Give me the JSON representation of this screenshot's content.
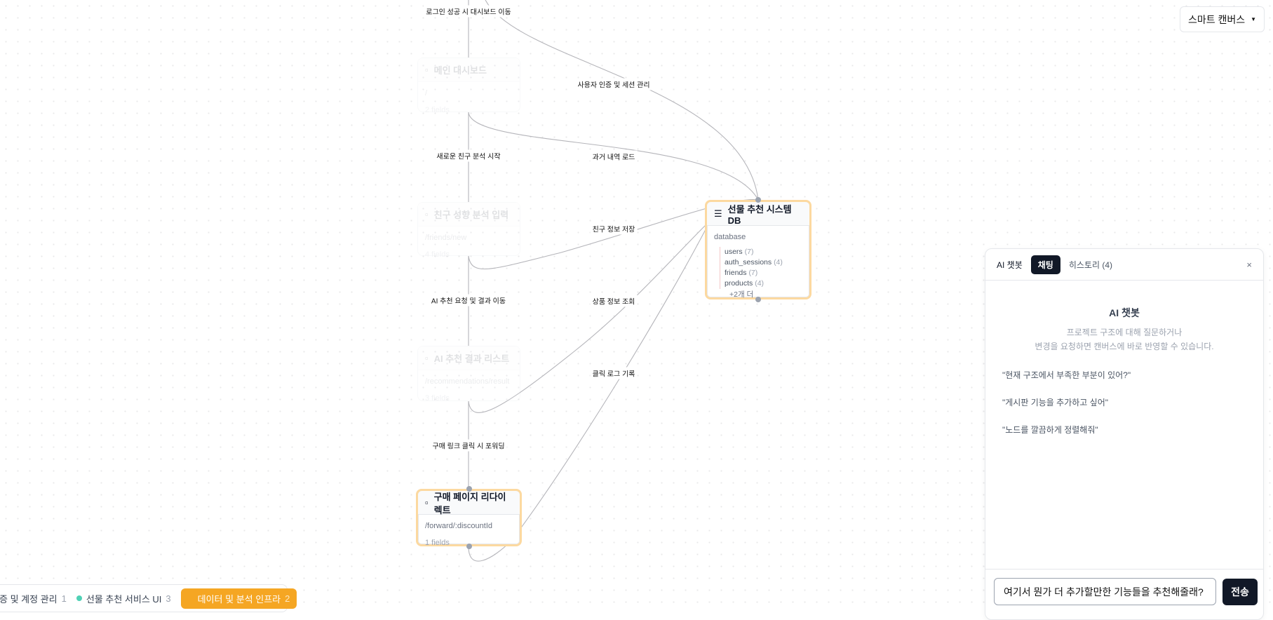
{
  "toolbar": {
    "mode_label": "스마트 캔버스",
    "mode_icon": "caret-down-icon"
  },
  "edges": {
    "login_to_dashboard": "로그인 성공 시 대시보드 이동",
    "auth_session": "사용자 인증 및 세션 관리",
    "new_analysis": "새로운 친구 분석 시작",
    "history_load": "과거 내역 로드",
    "save_friend": "친구 정보 저장",
    "ai_request": "AI 추천 요청 및 결과 이동",
    "product_lookup": "상품 정보 조회",
    "click_log": "클릭 로그 기록",
    "purchase_forward": "구매 링크 클릭 시 포워딩"
  },
  "nodes": [
    {
      "title": "메인 대시보드",
      "path": "/",
      "fields": "2 fields",
      "icon": "page-icon"
    },
    {
      "title": "친구 성향 분석 입력",
      "path": "/friends/new",
      "fields": "4 fields",
      "icon": "page-icon"
    },
    {
      "title": "AI 추천 결과 리스트",
      "path": "/recommendations/result",
      "fields": "3 fields",
      "icon": "page-icon"
    },
    {
      "title": "구매 페이지 리다이렉트",
      "path": "/forward/:discountId",
      "fields": "1 fields",
      "icon": "page-icon"
    }
  ],
  "db": {
    "title": "선물 추천 시스템 DB",
    "icon": "menu-icon",
    "type": "database",
    "tables": [
      {
        "name": "users",
        "count": "(7)"
      },
      {
        "name": "auth_sessions",
        "count": "(4)"
      },
      {
        "name": "friends",
        "count": "(7)"
      },
      {
        "name": "products",
        "count": "(4)"
      }
    ],
    "more": "+2개 더"
  },
  "chat": {
    "label": "AI 챗봇",
    "tab_chat": "채팅",
    "tab_history": "히스토리 (4)",
    "close": "×",
    "empty_title": "AI 챗봇",
    "empty_desc1": "프로젝트 구조에 대해 질문하거나",
    "empty_desc2": "변경을 요청하면 캔버스에 바로 반영할 수 있습니다.",
    "suggestions": [
      "\"현재 구조에서 부족한 부분이 있어?\"",
      "\"게시판 기능을 추가하고 싶어\"",
      "\"노드를 깔끔하게 정렬해줘\""
    ],
    "input_value": "여기서 뭔가 더 추가할만한 기능들을 추천해줄래?",
    "send": "전송"
  },
  "legend": [
    {
      "label": "증 및 계정 관리",
      "count": "1"
    },
    {
      "label": "선물 추천 서비스 UI",
      "count": "3",
      "color": "#4fd1b5"
    },
    {
      "label": "데이터 및 분석 인프라",
      "count": "2",
      "color": "#f5a623",
      "active": true
    }
  ]
}
